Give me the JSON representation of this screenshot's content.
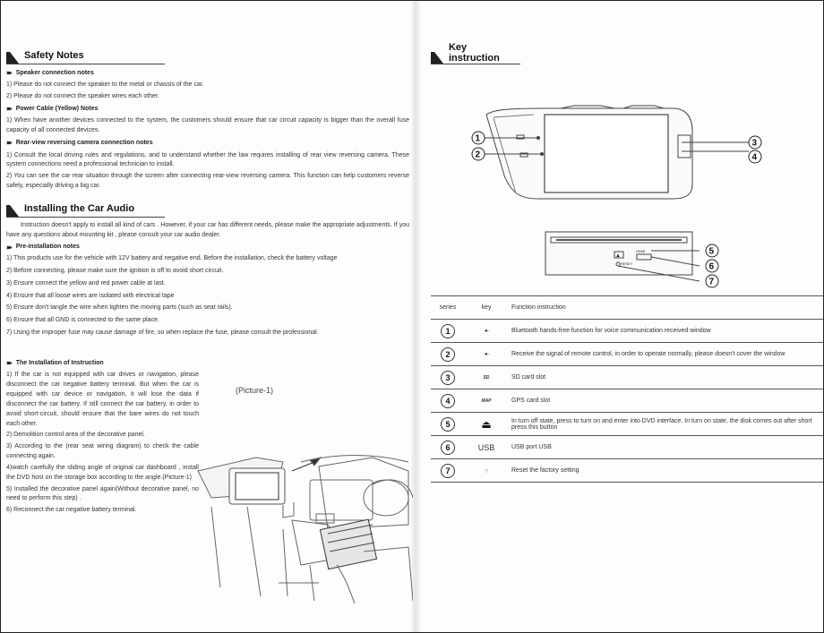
{
  "left": {
    "safety": {
      "title": "Safety Notes",
      "speaker_heading": "Speaker connection notes",
      "speaker_items": [
        "1) Please do not connect the speaker to the metal or chassis of the car.",
        "2) Please do not connect the speaker wires each other."
      ],
      "power_heading": "Power Cable (Yellow) Notes",
      "power_text": "1) When have another devices connected to the system, the customers should ensure that car circuit capacity is bigger than the overall fuse capacity of all connected devices.",
      "rear_heading": "Rear-view reversing camera connection notes",
      "rear_items": [
        "1) Consult the local driving rules and regulations, and to understand whether the law requires installing of rear view reversing camera. These system connections need a professional technician to install.",
        "2) You can see the car rear situation through the screen after connecting rear-view reversing camera. This function can help customers reverse safely, especially driving a big car."
      ]
    },
    "installing": {
      "title": "Installing the Car Audio",
      "intro": "Instruction doesn't apply to install all kind of cars . However, if your car has different needs, please make the appropriate adjustments. If you have any questions about mounting kit , please consult your car audio dealer.",
      "pre_heading": "Pre-installation notes",
      "pre_items": [
        "1) This products use for the vehicle with 12V battery and negative end. Before the installation, check the battery voltage",
        "2) Before connecting, please make sure the ignition is off to avoid short circuit.",
        "3) Ensure connect the yellow and red power cable at last.",
        "4) Ensure that all loose wires are isolated with electrical tape",
        "5) Ensure don't tangle the wire when tighten the moving parts (such as seat rails).",
        "6) Ensure that all GND is connected to the same place.",
        "7) Using the improper fuse may cause damage of fire, so when replace the fuse, please consult the professional."
      ],
      "inst_heading": "The Installation of Instruction",
      "inst_items": [
        "1) If the car is not equipped with car drives or navigation, please disconnect the car negative battery terminal. But when the car is equipped with car device or navigation, it will lose the data if disconnect the car battery. If still connect the car battery, in order to avoid short-circuit, should ensure that the bare wires do not touch each other.",
        "2) Demolition control area of the decorative panel.",
        "3) According to the (rear seat wiring diagram) to check the cable connecting again.",
        "4)watch carefully the sliding angle of original car dashboard , install the DVD host on the storage box according to the angle.(Picture-1)",
        "5) Installed the decorative panel again(Without decorative panel, no need to perform this step) .",
        "6) Reconnect the car negative battery terminal."
      ],
      "picture_caption": "(Picture-1)"
    }
  },
  "right": {
    "title": "Key instruction",
    "diagram_numbers": [
      "1",
      "2",
      "3",
      "4",
      "5",
      "6",
      "7"
    ],
    "host_labels": [
      "▲",
      "HDMI",
      "RESET"
    ],
    "table_headers": [
      "series",
      "key",
      "Function instruction"
    ],
    "rows": [
      {
        "n": "1",
        "key": "·●·",
        "icon": "mic-hole-icon",
        "text": "Bluetooth hands-free function for voice communication received window"
      },
      {
        "n": "2",
        "key": "·●·",
        "icon": "remote-sensor-icon",
        "text": "Receive the signal of remote control, in order to operate normally, please doesn't cover the window"
      },
      {
        "n": "3",
        "key": "SD",
        "icon": "sd-icon",
        "text": "SD card slot"
      },
      {
        "n": "4",
        "key": "MAP",
        "icon": "map-icon",
        "text": "GPS  card slot"
      },
      {
        "n": "5",
        "key": "⏏",
        "icon": "eject-icon",
        "text": "In turn off state, press to turn on and enter into DVD interface. In turn on state, the disk comes out after short press this button"
      },
      {
        "n": "6",
        "key": "USB",
        "icon": "usb-icon",
        "text": "USB port  USB"
      },
      {
        "n": "7",
        "key": "○",
        "icon": "reset-icon",
        "text": "Reset the factory setting"
      }
    ]
  }
}
